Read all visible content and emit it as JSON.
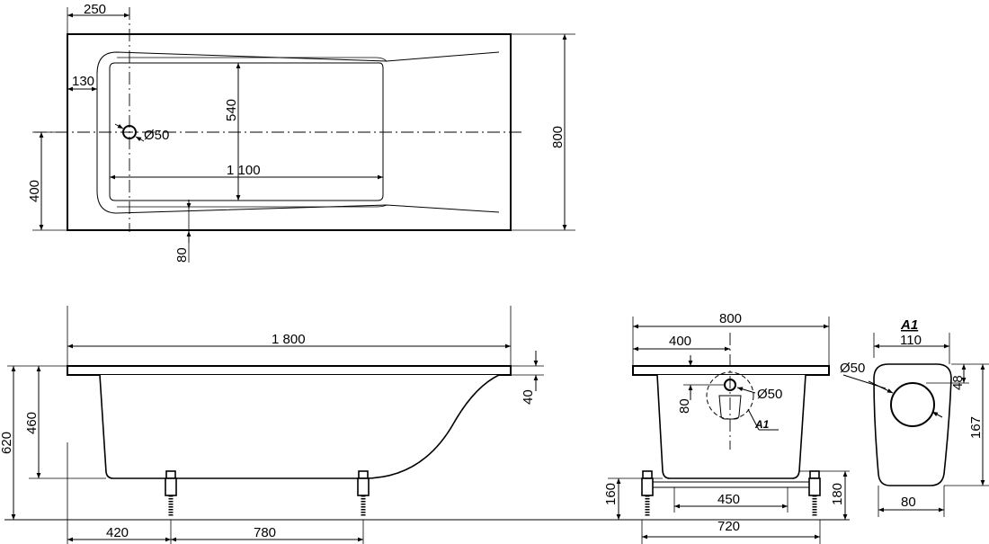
{
  "plan_view": {
    "dim_250": "250",
    "dim_130": "130",
    "dim_540": "540",
    "dim_1100": "1 100",
    "dim_400": "400",
    "dim_80": "80",
    "dim_800": "800",
    "drain_diameter": "Ø50"
  },
  "side_view": {
    "dim_1800": "1 800",
    "dim_40": "40",
    "dim_460": "460",
    "dim_620": "620",
    "dim_420": "420",
    "dim_780": "780"
  },
  "end_view": {
    "dim_800": "800",
    "dim_400": "400",
    "dim_80": "80",
    "drain_diameter": "Ø50",
    "detail_label": "A1",
    "dim_450": "450",
    "dim_720": "720",
    "dim_160": "160",
    "dim_180": "180"
  },
  "detail_view": {
    "title": "A1",
    "dim_110": "110",
    "dim_48": "48",
    "dim_167": "167",
    "dim_80": "80",
    "hole_diameter": "Ø50"
  }
}
